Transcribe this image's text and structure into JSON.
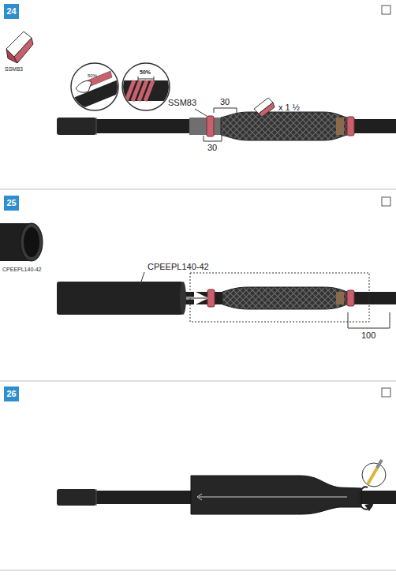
{
  "diagram": {
    "nodes": [
      {
        "text": [
          "24"
        ]
      },
      {
        "text": [
          "25"
        ]
      },
      {
        "text": [
          "26"
        ]
      }
    ],
    "labels": [
      "SSM83",
      "50%",
      "50%",
      "SSM83",
      "30",
      "x 1 ½",
      "30",
      "CPEEPL140-42",
      "CPEEPL140-42",
      "100"
    ]
  }
}
